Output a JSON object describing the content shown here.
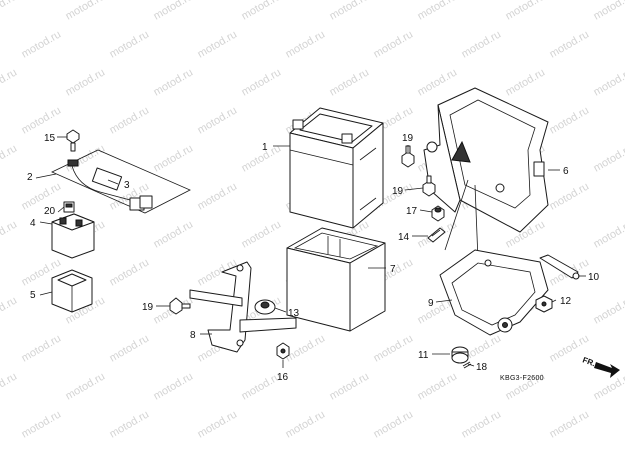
{
  "diagram": {
    "watermark": "motod.ru",
    "callouts": [
      "1",
      "2",
      "3",
      "4",
      "5",
      "6",
      "7",
      "8",
      "9",
      "10",
      "11",
      "12",
      "13",
      "14",
      "15",
      "16",
      "17",
      "18",
      "19",
      "19",
      "19",
      "20"
    ],
    "code": "KBG3-F2600",
    "direction_label": "FR."
  }
}
